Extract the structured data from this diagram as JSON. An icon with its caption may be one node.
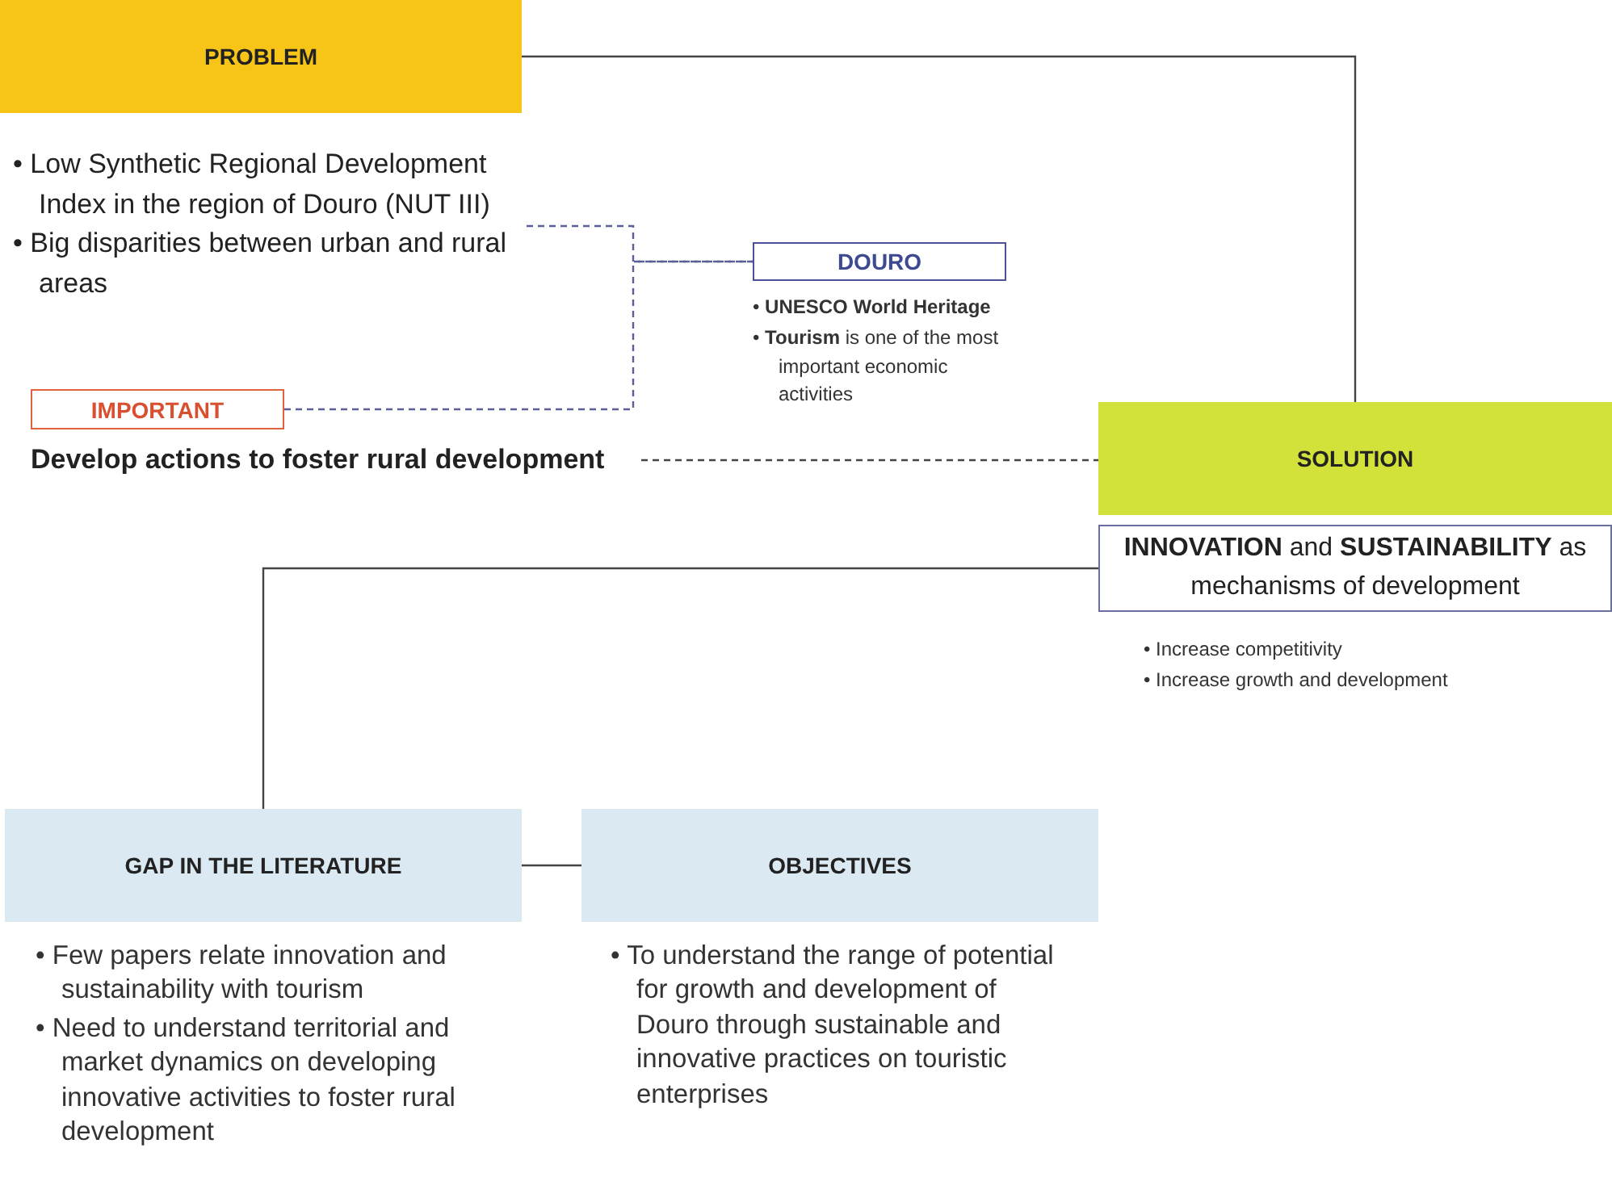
{
  "diagram": {
    "nodes": [
      {
        "text": [
          "PROBLEM"
        ]
      },
      {
        "text": [
          "• Low Synthetic Regional Development Index in the region of Douro (NUT III)",
          "• Big disparities between urban and rural areas"
        ]
      },
      {
        "text": [
          "DOURO"
        ],
        "beside": [
          "• **UNESCO World Heritage**",
          "• **Tourism** is one of the most important economic activities"
        ]
      },
      {
        "text": [
          "IMPORTANT"
        ]
      },
      {
        "text": [
          "Develop actions to foster rural development"
        ]
      },
      {
        "text": [
          "SOLUTION"
        ]
      },
      {
        "text": [
          "**INNOVATION** and **SUSTAINABILITY** as mechanisms of development"
        ],
        "beside": [
          "• Increase competitivity",
          "• Increase growth and development"
        ]
      },
      {
        "text": [
          "GAP IN THE LITERATURE"
        ],
        "beside": [
          "• Few papers relate innovation and sustainability with tourism",
          "• Need to understand territorial and market dynamics on developing innovative activities to foster rural development"
        ]
      },
      {
        "text": [
          "OBJECTIVES"
        ],
        "beside": [
          "• To understand the range of potential for growth and development of Douro through sustainable and innovative practices on touristic enterprises"
        ]
      }
    ],
    "edges": [
      {
        "from": 0,
        "to": 5,
        "arrow": "none"
      },
      {
        "from": 1,
        "to": 2,
        "arrow": "none",
        "style": "dashed",
        "color": "#5b5f97"
      },
      {
        "from": 3,
        "to": 2,
        "arrow": "none",
        "style": "dashed",
        "color": "#5b5f97"
      },
      {
        "from": 4,
        "to": 5,
        "arrow": "none",
        "style": "dashed"
      },
      {
        "from": 6,
        "to": 7,
        "arrow": "none"
      },
      {
        "from": 7,
        "to": 8,
        "arrow": "none"
      }
    ]
  }
}
